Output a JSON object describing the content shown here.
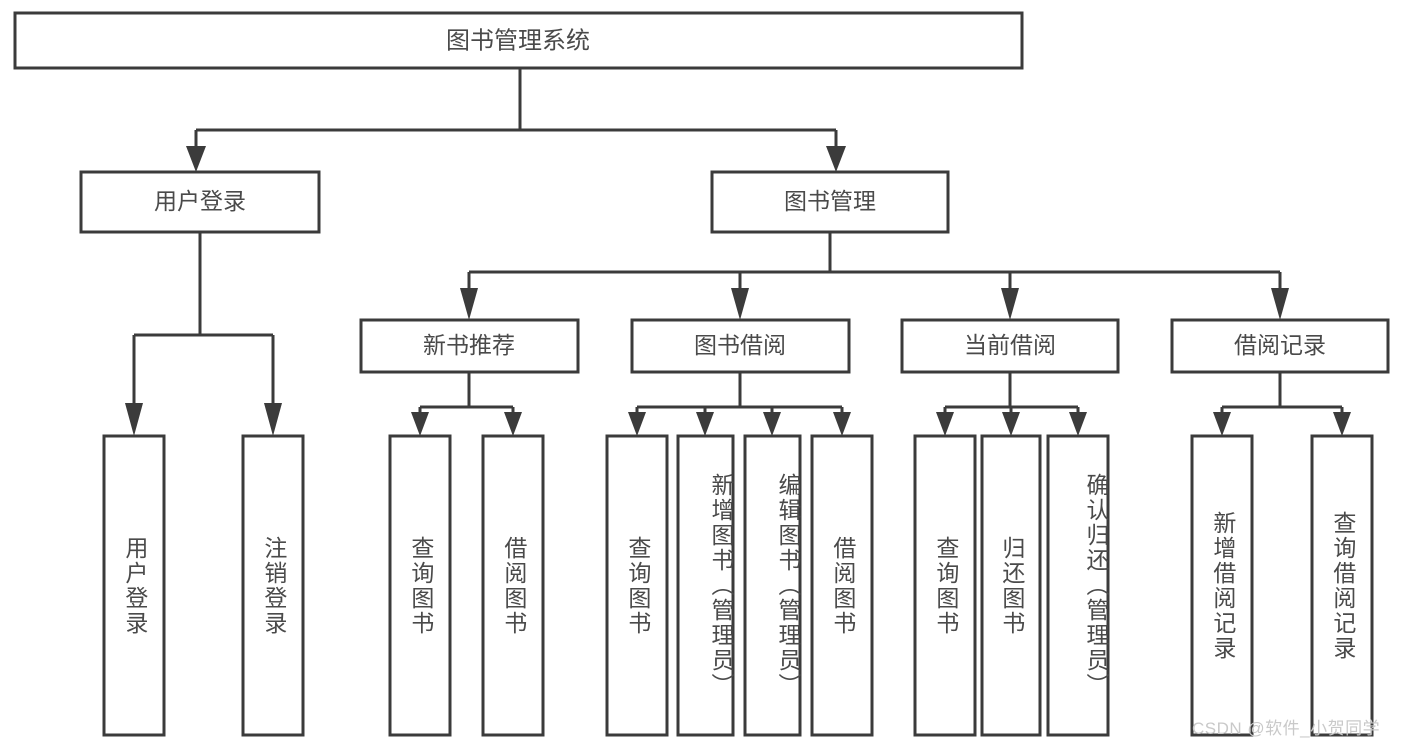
{
  "diagram": {
    "title": "图书管理系统",
    "type": "tree-hierarchy",
    "root": {
      "label": "图书管理系统"
    },
    "level2": [
      {
        "label": "用户登录"
      },
      {
        "label": "图书管理"
      }
    ],
    "level3": [
      {
        "label": "新书推荐"
      },
      {
        "label": "图书借阅"
      },
      {
        "label": "当前借阅"
      },
      {
        "label": "借阅记录"
      }
    ],
    "leaves": {
      "user_login": [
        "用户登录",
        "注销登录"
      ],
      "new_book_recommend": [
        "查询图书",
        "借阅图书"
      ],
      "book_borrow": [
        "查询图书",
        "新增图书（管理员）",
        "编辑图书（管理员）",
        "借阅图书"
      ],
      "current_borrow": [
        "查询图书",
        "归还图书",
        "确认归还（管理员）"
      ],
      "borrow_record": [
        "新增借阅记录",
        "查询借阅记录"
      ]
    }
  },
  "watermark": {
    "text": "CSDN @软件_小贺同学"
  },
  "colors": {
    "stroke": "#3b3b3b",
    "text": "#4a4a4a",
    "background": "#ffffff",
    "watermark": "#c9c9c9"
  }
}
